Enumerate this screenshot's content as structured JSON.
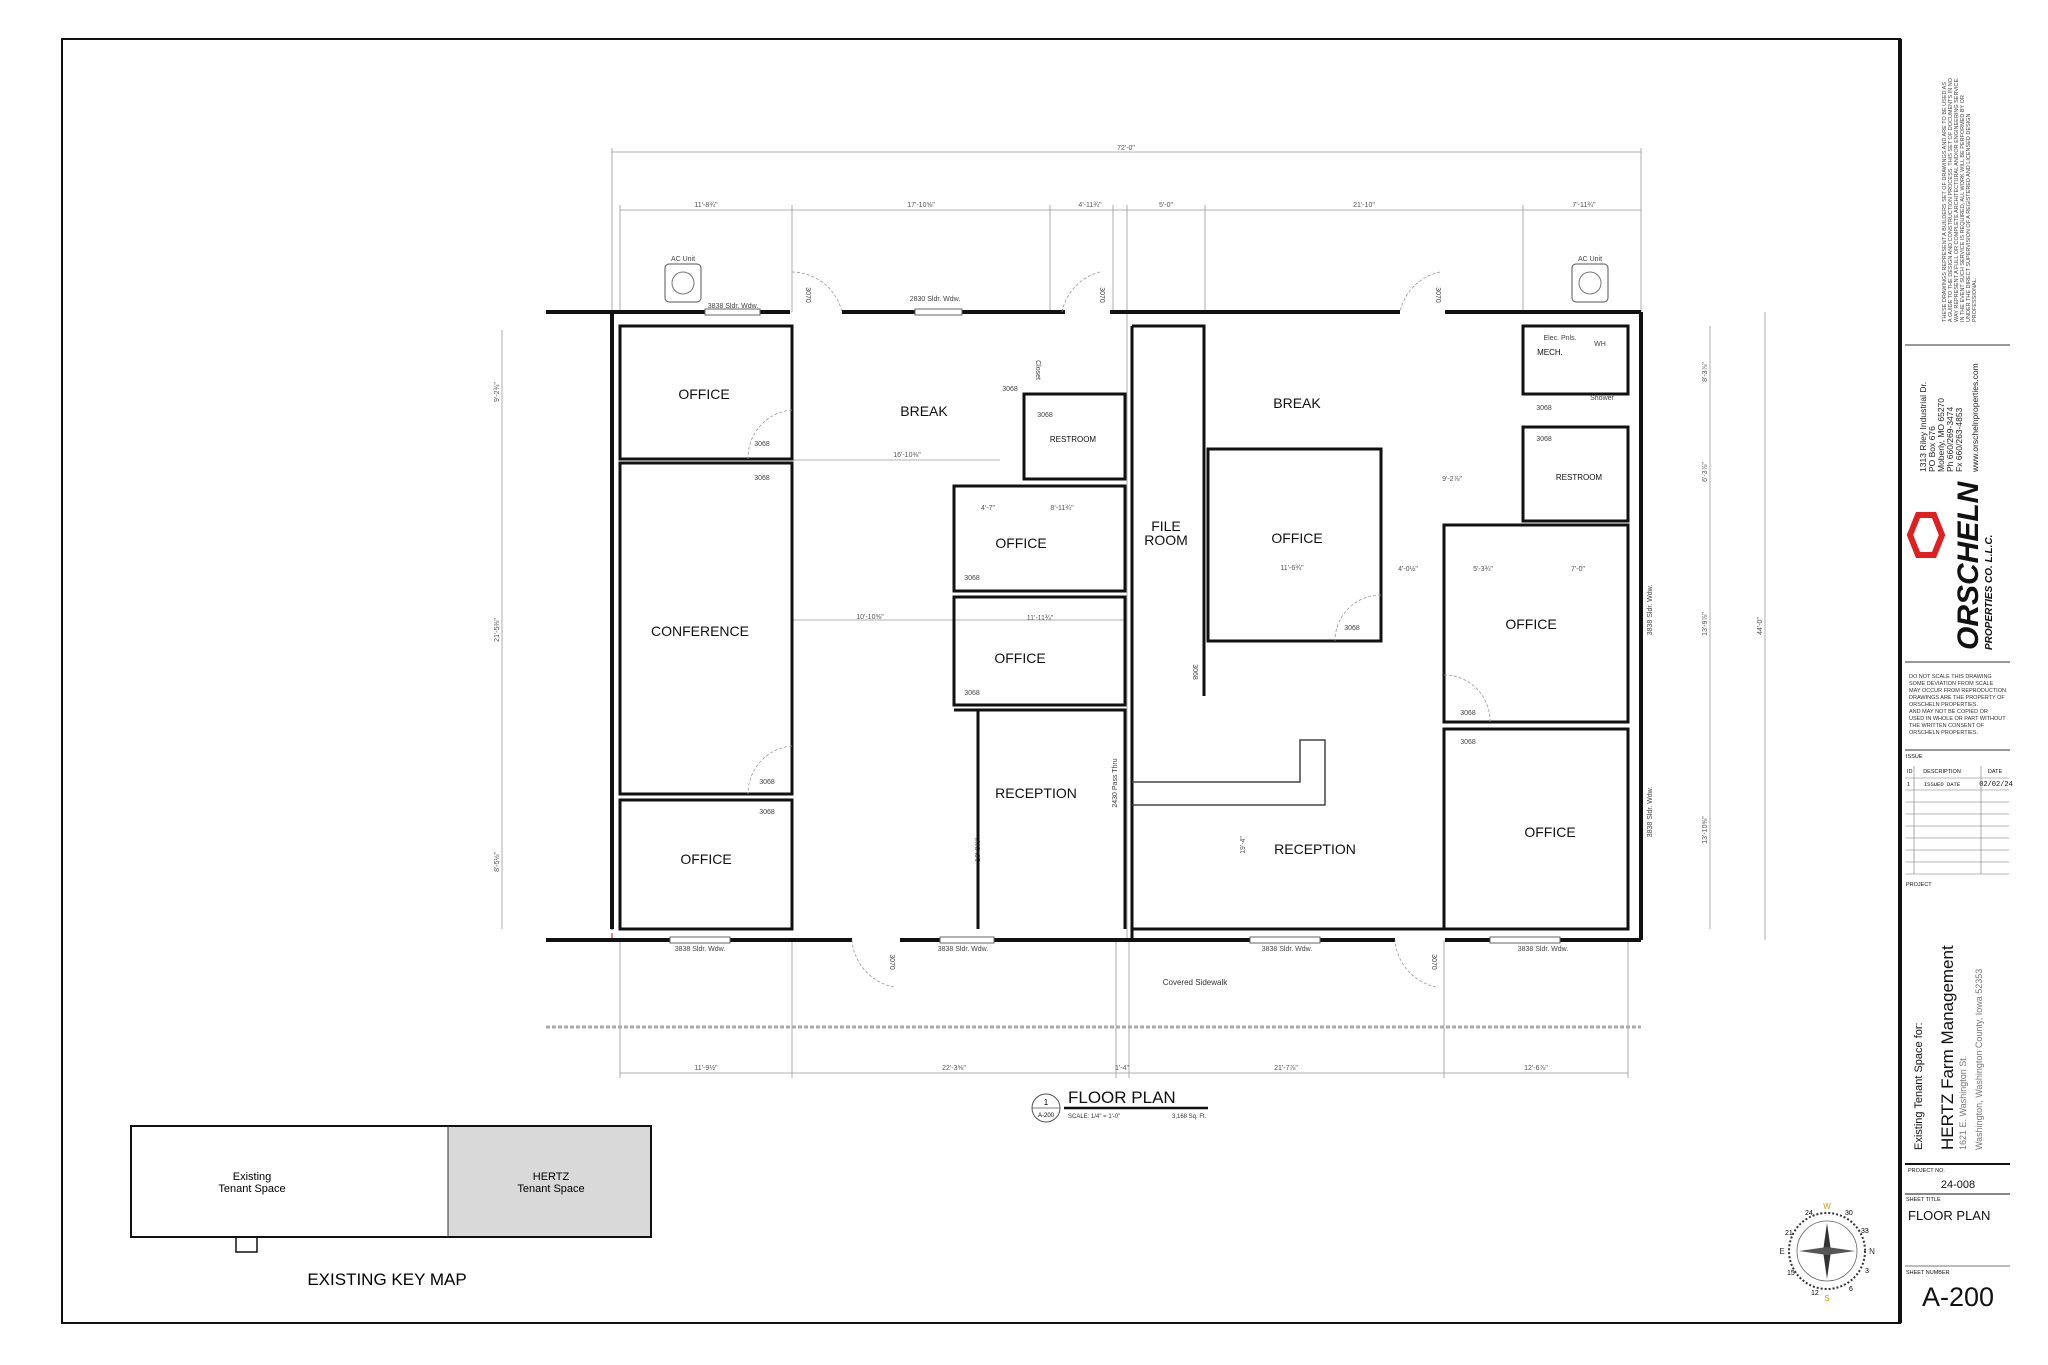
{
  "rooms": [
    "OFFICE",
    "CONFERENCE",
    "OFFICE",
    "BREAK",
    "RESTROOM",
    "OFFICE",
    "OFFICE",
    "RECEPTION",
    "FILE",
    "ROOM",
    "BREAK",
    "OFFICE",
    "RECEPTION",
    "MECH.",
    "RESTROOM",
    "OFFICE",
    "OFFICE"
  ],
  "labels": {
    "ac_unit": "AC Unit",
    "window_3838": "3838 Sldr. Wdw.",
    "window_2830": "2830 Sldr. Wdw.",
    "door_3070": "3070",
    "door_3068": "3068",
    "closet": "Closet",
    "elec": "Elec. Pnls.",
    "wh": "WH",
    "shower": "Shower",
    "pass_thru": "2430 Pass Thru",
    "covered_sidewalk": "Covered Sidewalk",
    "window_3838_side": "3838 Sldr. Wdw."
  },
  "dimensions": {
    "overall_width": "72'-0\"",
    "overall_depth": "44'-0\"",
    "top": [
      "11'-8¾\"",
      "17'-10⅝\"",
      "4'-11¾\"",
      "5'-0\"",
      "21'-10\"",
      "7'-11¾\""
    ],
    "bottom": [
      "11'-9½\"",
      "22'-3⅝\"",
      "1'-4\"",
      "21'-7⅞\"",
      "12'-6⅞\""
    ],
    "left": [
      "9'-2¾\"",
      "21'-5⅜\"",
      "8'-5⅛\""
    ],
    "right": [
      "8'-3⅞\"",
      "6'-3⅞\"",
      "13'-9⅞\"",
      "13'-10⅝\""
    ],
    "interior": [
      "10'-10⅝\"",
      "16'-10⅜\"",
      "4'-7\"",
      "8'-11¾\"",
      "11'-11¾\"",
      "11'-6¾\"",
      "9'-2⅞\"",
      "5'-3¾\"",
      "7'-0\"",
      "4'-0½\"",
      "19'-4\"",
      "10'-8⅞\""
    ]
  },
  "drawing_title": {
    "number": "1",
    "sheet_ref": "A-200",
    "title": "FLOOR PLAN",
    "scale": "SCALE:  1/4\" = 1'-0\"",
    "area": "3,168 Sq. Ft."
  },
  "key_map": {
    "title": "EXISTING  KEY  MAP",
    "existing_line1": "Existing",
    "existing_line2": "Tenant Space",
    "hertz_line1": "HERTZ",
    "hertz_line2": "Tenant Space",
    "hertz_fill": "#d9d9d9"
  },
  "compass": {
    "numbers": [
      "24",
      "30",
      "33",
      "3",
      "6",
      "12",
      "15",
      "21"
    ],
    "letters": [
      "N",
      "S",
      "E",
      "W"
    ]
  },
  "title_block": {
    "disclaimer": [
      "THESE DRAWINGS REPRESENT A BUILDERS SET OF DRAWINGS AND ARE TO BE USED AS",
      "A GUIDE TO THE DESIGN AND CONSTRUCTION PROCESS.  THIS SET OF DOCUMENTS IN NO",
      "WAY REPRESENT A FULL OR COMPLETE ARCHITECTURAL AND/OR ENGINEERING SERVICE.",
      "IN THE EVENT SUCH SERVICE IS REQUIRED, ALL WORK WILL BE PERFORMED BY OR",
      "UNDER THE DIRECT SUPERVISION OF A REGISTERED AND LICENSED DESIGN",
      "PROFESSIONAL."
    ],
    "address": [
      "1313 Riley Industrial Dr.",
      "PO Box 676",
      "Moberly, MO  65270",
      "Ph 660/269-3474",
      "Fx 660/263-4853"
    ],
    "website": "www.orschelnproperties.com",
    "logo_text": "ORSCHELN",
    "logo_sub": "PROPERTIES CO. L.L.C.",
    "logo_color": "#e02020",
    "notice": [
      "DO NOT SCALE THIS DRAWING",
      "SOME DEVIATION FROM SCALE",
      "MAY OCCUR FROM REPRODUCTION.",
      "DRAWINGS ARE THE PROPERTY OF",
      "ORSCHELN PROPERTIES.",
      "AND MAY NOT BE COPIED OR",
      "USED IN WHOLE OR PART WITHOUT",
      "THE WRITTEN CONSENT OF",
      "ORSCHELN PROPERTIES."
    ],
    "issue_label": "ISSUE",
    "issue_headers": [
      "ID",
      "DESCRIPTION",
      "DATE"
    ],
    "issues": [
      {
        "id": "1",
        "description": "ISSUED DATE",
        "date": "02/02/24"
      }
    ],
    "project_label": "PROJECT",
    "project_for": "Existing Tenant Space for:",
    "project_name": "HERTZ  Farm Management",
    "project_addr1": "1621 E. Washington St.",
    "project_addr2": "Washington, Washington County, Iowa  52353",
    "project_no_label": "PROJECT NO.",
    "project_no": "24-008",
    "sheet_title_label": "SHEET TITLE",
    "sheet_title": "FLOOR  PLAN",
    "sheet_number_label": "SHEET NUMBER",
    "sheet_number": "A-200"
  }
}
